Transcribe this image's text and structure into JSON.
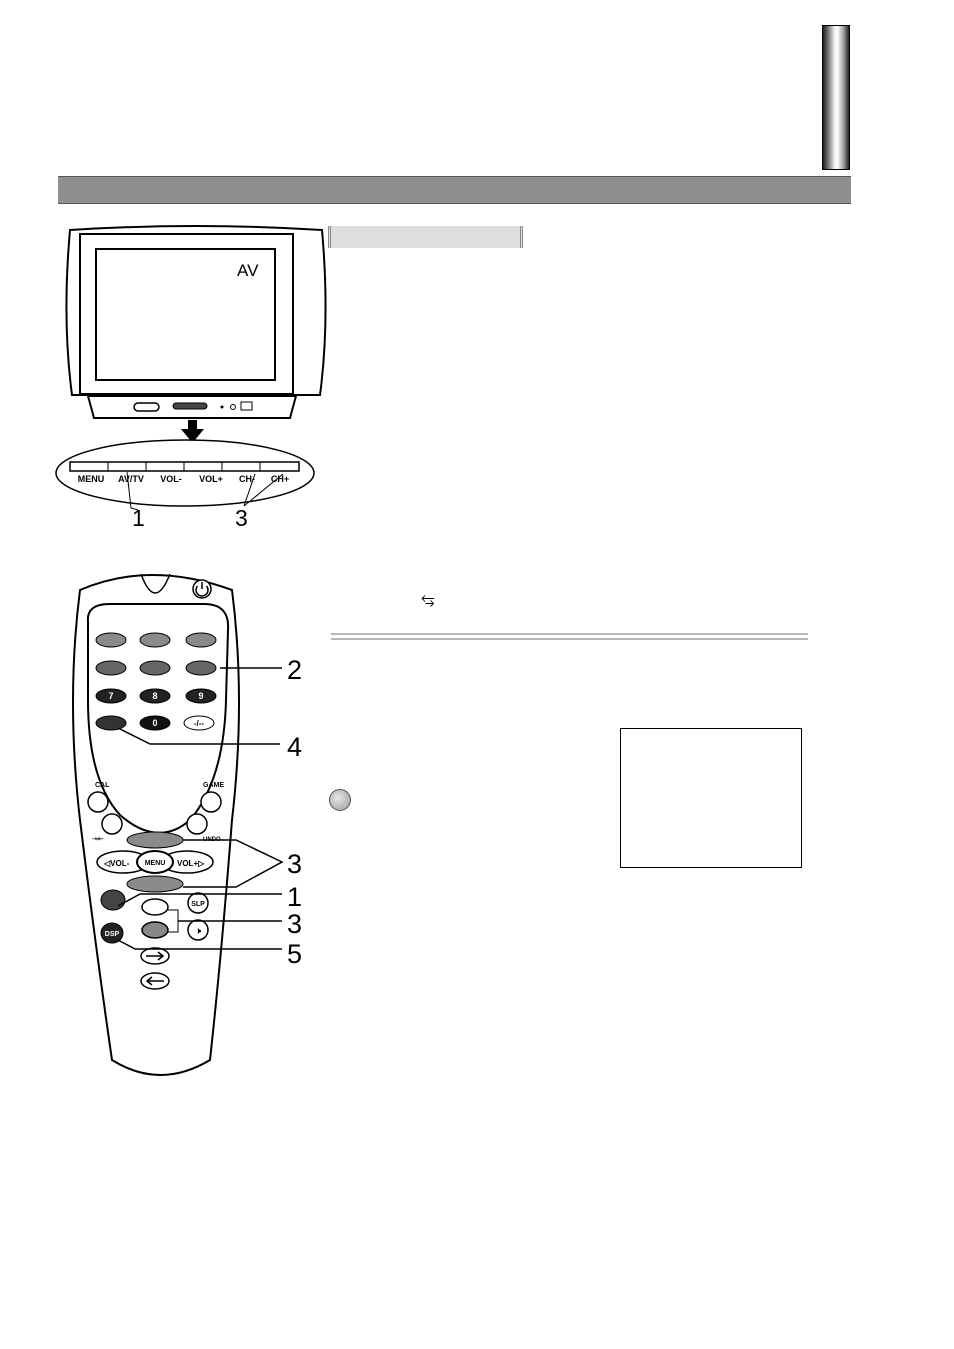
{
  "tv_figure": {
    "screen_label": "AV",
    "panel_buttons": [
      {
        "label": "MENU"
      },
      {
        "label": "AV/TV"
      },
      {
        "label": "VOL-"
      },
      {
        "label": "VOL+"
      },
      {
        "label": "CH-"
      },
      {
        "label": "CH+"
      }
    ],
    "callouts": [
      {
        "label": "1"
      },
      {
        "label": "3"
      }
    ]
  },
  "remote_figure": {
    "keypad": [
      {
        "label": ""
      },
      {
        "label": ""
      },
      {
        "label": ""
      },
      {
        "label": ""
      },
      {
        "label": ""
      },
      {
        "label": ""
      },
      {
        "label": "7"
      },
      {
        "label": "8"
      },
      {
        "label": "9"
      },
      {
        "label": ""
      },
      {
        "label": "0"
      },
      {
        "label": "-/--"
      }
    ],
    "labels": {
      "cal": "CAL",
      "game": "GAME",
      "undo": "UNDO",
      "vol_minus": "◁VOL-",
      "vol_plus": "VOL+▷",
      "menu": "MENU",
      "slp": "SLP",
      "dsp": "DSP"
    },
    "callouts": [
      {
        "label": "2"
      },
      {
        "label": "4"
      },
      {
        "label": "3"
      },
      {
        "label": "1"
      },
      {
        "label": "3"
      },
      {
        "label": "5"
      }
    ]
  },
  "glyphs": {
    "swap_symbol": "⥃"
  },
  "icons": [
    "power-icon",
    "mute-icon",
    "arrow-right-icon",
    "arrow-left-icon",
    "swap-icon",
    "note-icon"
  ],
  "colors": {
    "header_bar": "#8f8f8f",
    "subhead_bar": "#dedede",
    "ink": "#000000"
  }
}
